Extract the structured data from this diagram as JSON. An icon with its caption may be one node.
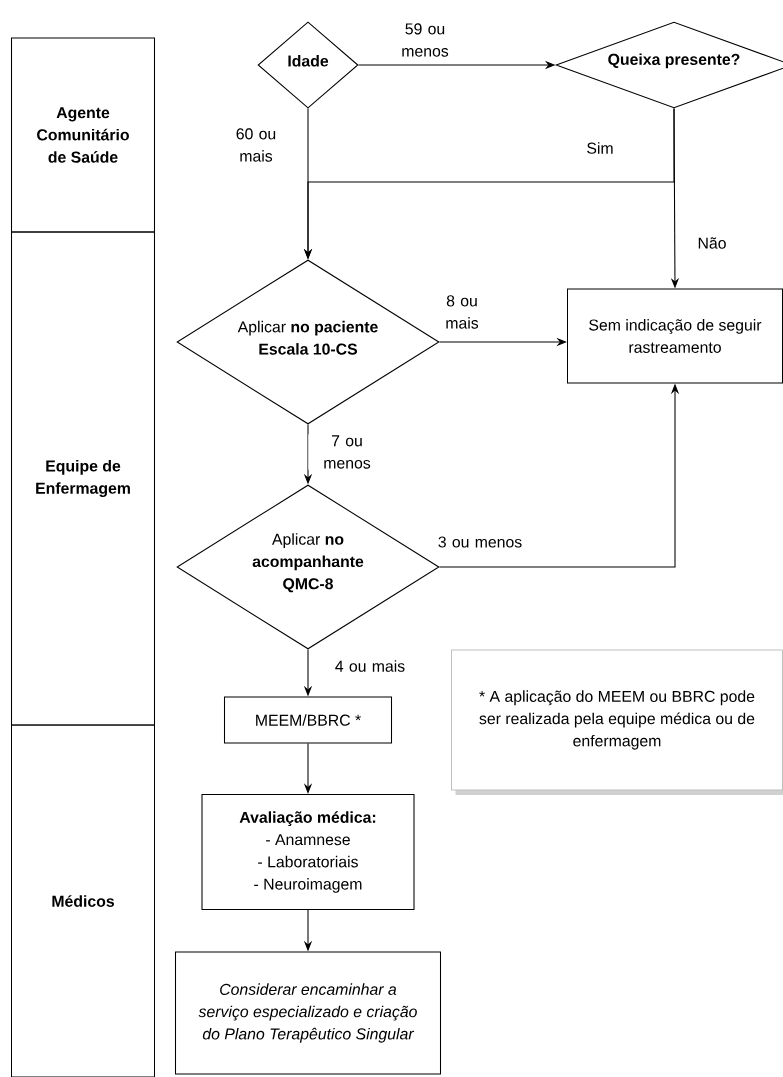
{
  "diagram": {
    "nodes": [
      {
        "text": [
          "Agente Comunitário de Saúde"
        ]
      },
      {
        "text": [
          "Equipe de Enfermagem"
        ]
      },
      {
        "text": [
          "Médicos"
        ]
      },
      {
        "text": [
          "Idade"
        ]
      },
      {
        "text": [
          "Queixa presente?"
        ]
      },
      {
        "text": [
          "Sem indicação de seguir rastreamento"
        ]
      },
      {
        "text": [
          "Aplicar **no paciente**",
          "Escala 10-CS"
        ]
      },
      {
        "text": [
          "Aplicar **no acompanhante**",
          "QMC-8"
        ]
      },
      {
        "text": [
          "MEEM/BBRC *"
        ]
      },
      {
        "text": [
          "Avaliação médica:",
          "- Anamnese",
          "- Laboratoriais",
          "- Neuroimagem"
        ]
      },
      {
        "text": [
          "Considerar encaminhar a serviço especializado e criação do Plano Terapêutico Singular"
        ]
      },
      {
        "text": [
          "* A aplicação do MEEM ou BBRC pode ser realizada pela equipe médica ou de enfermagem"
        ]
      }
    ],
    "edges": [
      {
        "from": 3,
        "to": 4,
        "arrow": "to",
        "label": "59 ou menos"
      },
      {
        "from": 3,
        "to": 6,
        "arrow": "to",
        "label": "60 ou mais"
      },
      {
        "from": 4,
        "to": 6,
        "arrow": "to",
        "label": "Sim"
      },
      {
        "from": 4,
        "to": 5,
        "arrow": "to",
        "label": "Não"
      },
      {
        "from": 6,
        "to": 5,
        "arrow": "to",
        "label": "8 ou mais"
      },
      {
        "from": 6,
        "to": 7,
        "arrow": "to",
        "label": "7 ou menos"
      },
      {
        "from": 7,
        "to": 5,
        "arrow": "to",
        "label": "3 ou menos"
      },
      {
        "from": 7,
        "to": 8,
        "arrow": "to",
        "label": "4 ou mais"
      },
      {
        "from": 8,
        "to": 9,
        "arrow": "to"
      },
      {
        "from": 9,
        "to": 10,
        "arrow": "to"
      }
    ]
  }
}
